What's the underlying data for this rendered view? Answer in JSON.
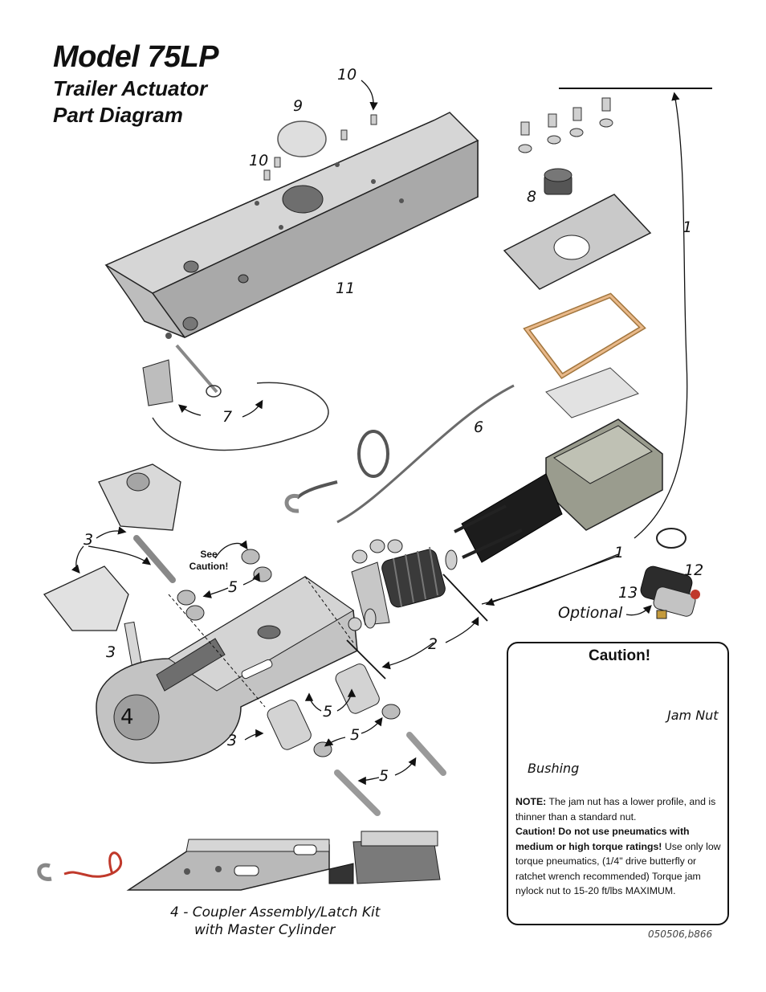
{
  "title": {
    "model": "Model 75LP",
    "line1": "Trailer Actuator",
    "line2": "Part Diagram"
  },
  "callouts": {
    "c10a": "10",
    "c9": "9",
    "c10b": "10",
    "c11": "11",
    "c8": "8",
    "c1a": "1",
    "c1b": "1",
    "c7": "7",
    "c6": "6",
    "c3a": "3",
    "c3b": "3",
    "c3c": "3",
    "c5a": "5",
    "c5b": "5",
    "c5c": "5",
    "c5d": "5",
    "c2": "2",
    "c12": "12",
    "c13": "13",
    "c4": "4",
    "optional": "Optional"
  },
  "see_caution": {
    "line1": "See",
    "line2": "Caution!"
  },
  "caution_box": {
    "title": "Caution!",
    "jam_nut": "Jam Nut",
    "bushing": "Bushing",
    "note_label": "NOTE:",
    "note_text": " The jam nut has a lower profile, and is thinner than a standard nut.",
    "warning_bold": "Caution! Do not use pneumatics with medium or high torque ratings!",
    "warning_text": " Use only low torque pneumatics, (1/4\" drive butterfly or ratchet wrench recommended) Torque jam nylock nut to 15-20 ft/lbs MAXIMUM."
  },
  "caption": {
    "line1": "4 - Coupler Assembly/Latch Kit",
    "line2": "with Master Cylinder"
  },
  "doc_id": "050506,b866",
  "colors": {
    "metal": "#b9b9b9",
    "metal_dark": "#8a8a8a",
    "metal_light": "#dcdcdc",
    "gasket": "#e9b98a",
    "cable_red": "#c0392b",
    "ink": "#111111"
  }
}
